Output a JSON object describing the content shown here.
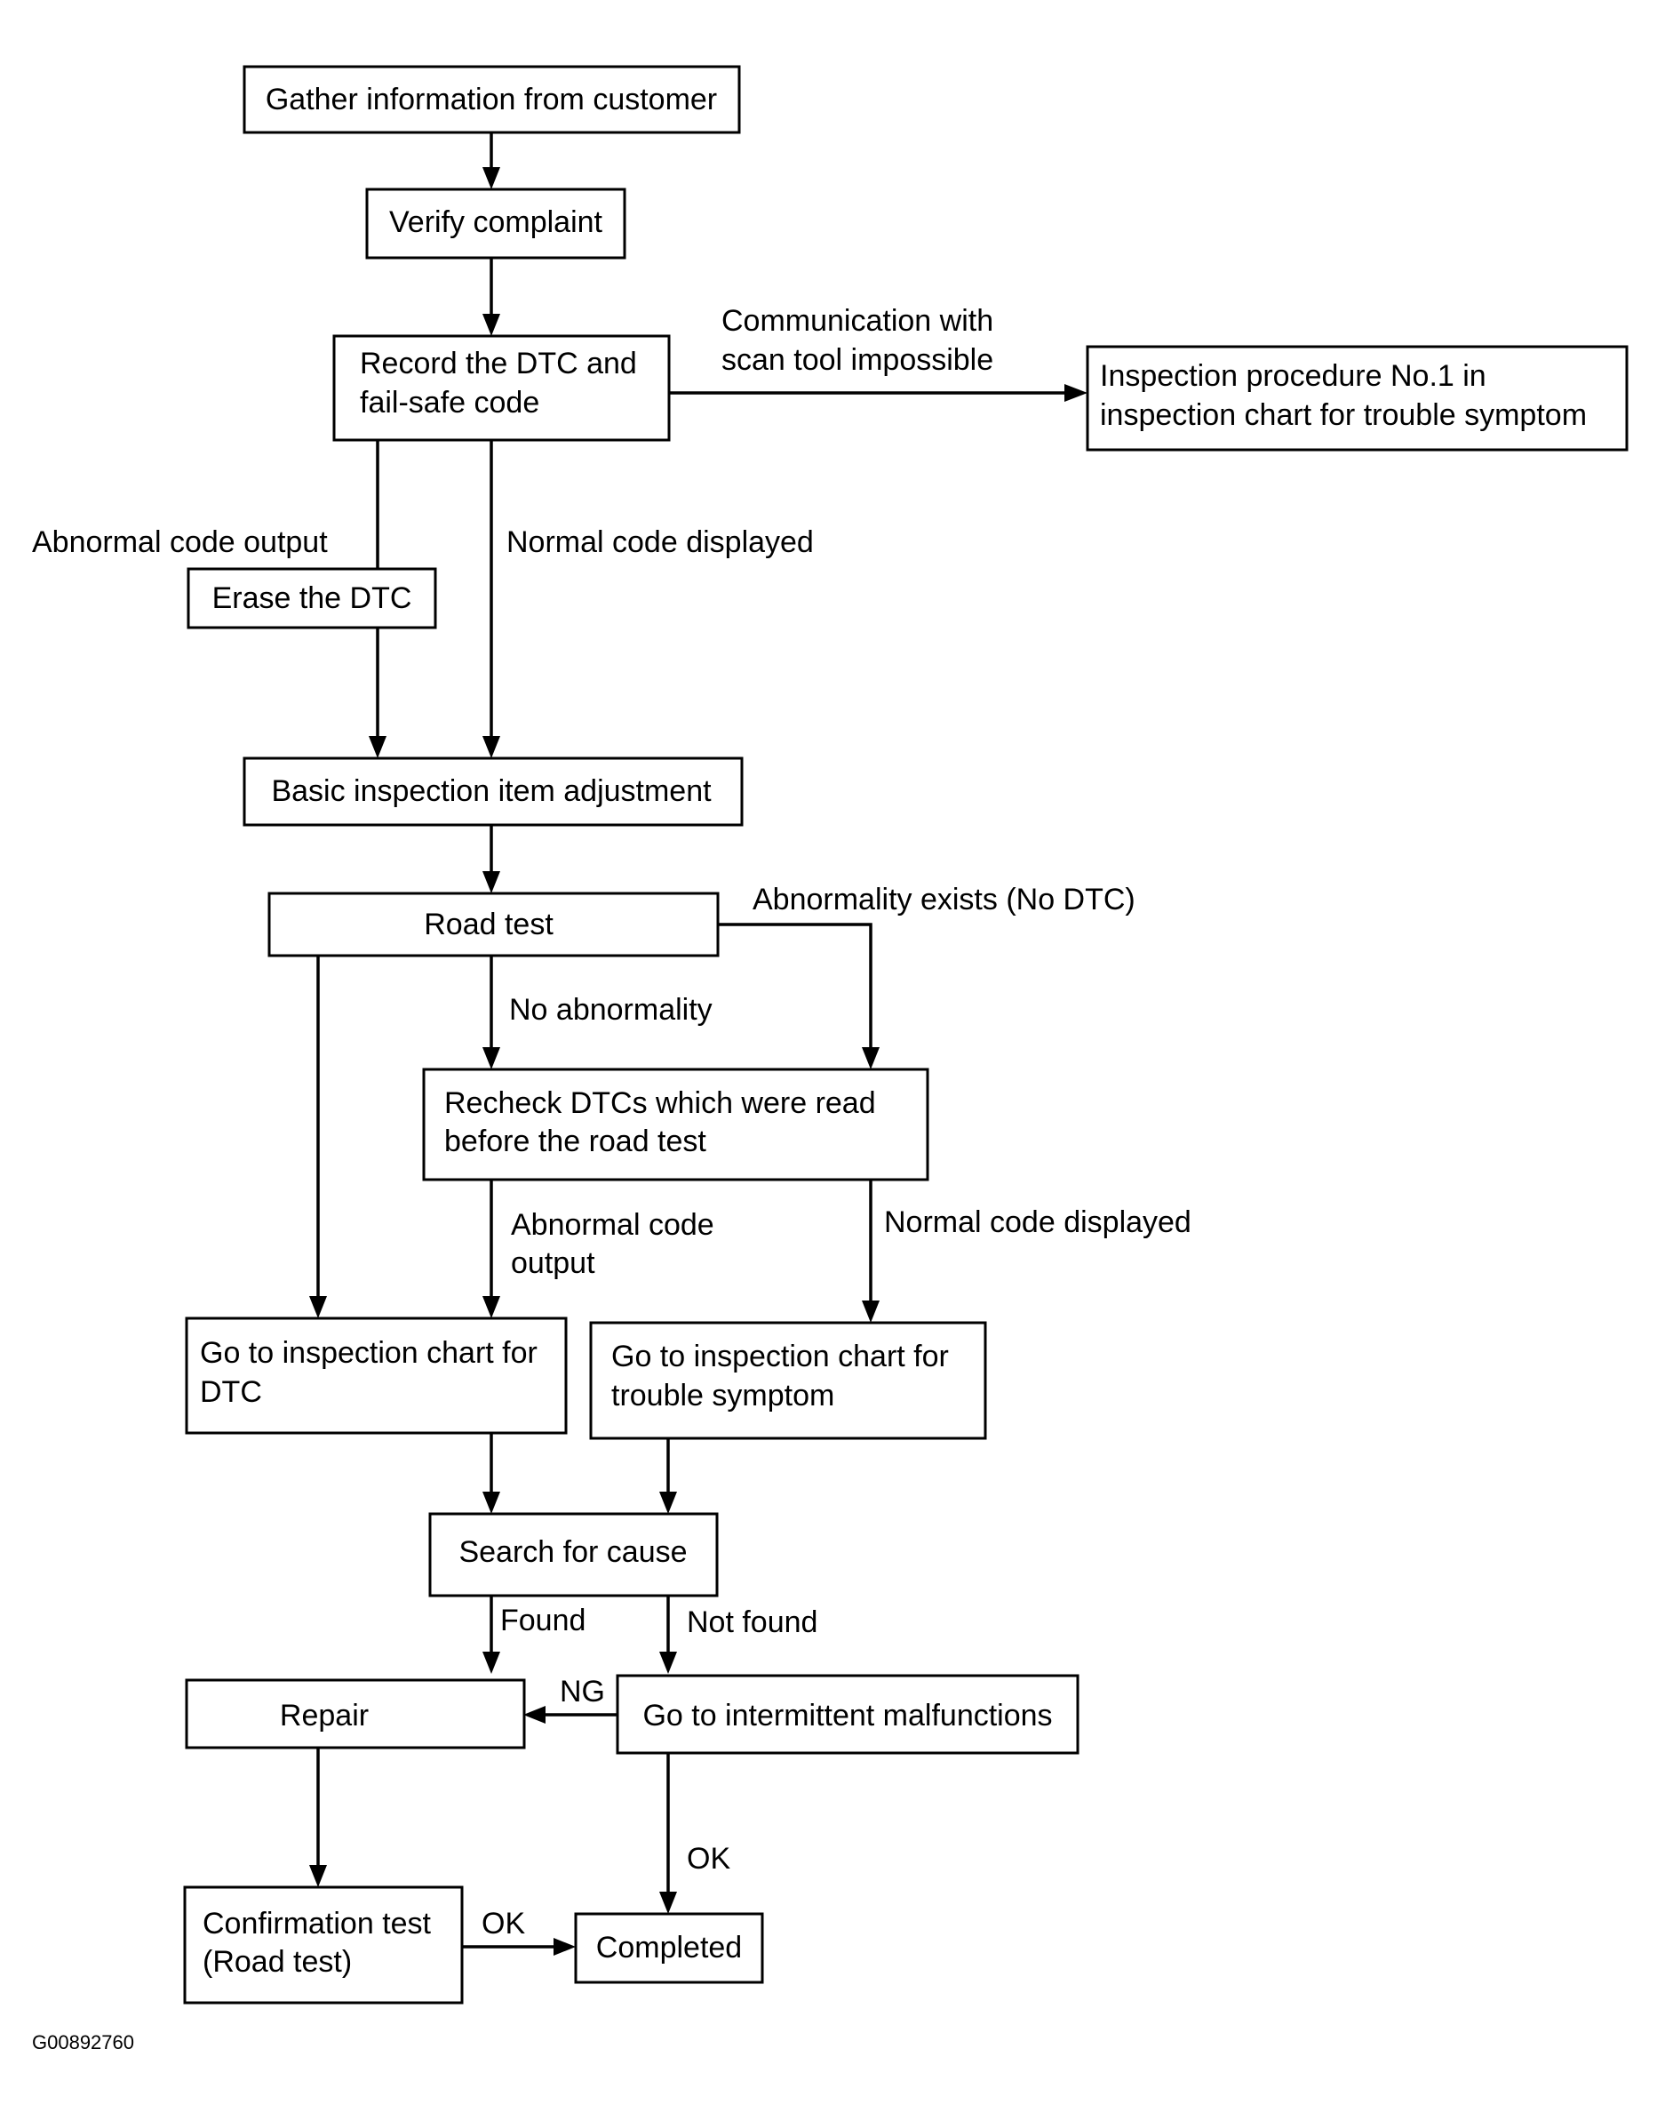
{
  "nodes": {
    "gather": [
      "Gather information from customer"
    ],
    "verify": [
      "Verify complaint"
    ],
    "record": [
      "Record the DTC and",
      "fail-safe code"
    ],
    "inspection_no1": [
      "Inspection procedure No.1 in",
      "inspection chart for trouble symptom"
    ],
    "erase": [
      "Erase the DTC"
    ],
    "basic": [
      "Basic inspection item adjustment"
    ],
    "road_test": [
      "Road test"
    ],
    "recheck": [
      "Recheck DTCs which were read",
      "before the road test"
    ],
    "chart_dtc": [
      "Go to inspection chart for",
      "DTC"
    ],
    "chart_symptom": [
      "Go to inspection chart for",
      "trouble symptom"
    ],
    "search": [
      "Search for cause"
    ],
    "repair": [
      "Repair"
    ],
    "intermittent": [
      "Go to intermittent malfunctions"
    ],
    "confirmation": [
      "Confirmation test",
      "(Road test)"
    ],
    "completed": [
      "Completed"
    ]
  },
  "edge_labels": {
    "comm_impossible": [
      "Communication with",
      "scan tool impossible"
    ],
    "abnormal_output_1": [
      "Abnormal code output"
    ],
    "normal_displayed_1": [
      "Normal code displayed"
    ],
    "abnormality_exists": [
      "Abnormality exists (No DTC)"
    ],
    "no_abnormality": [
      "No abnormality"
    ],
    "abnormal_output_2": [
      "Abnormal code",
      "output"
    ],
    "normal_displayed_2": [
      "Normal code displayed"
    ],
    "found": [
      "Found"
    ],
    "not_found": [
      "Not found"
    ],
    "ng": [
      "NG"
    ],
    "ok_intermittent": [
      "OK"
    ],
    "ok_confirmation": [
      "OK"
    ]
  },
  "figure_id": "G00892760"
}
